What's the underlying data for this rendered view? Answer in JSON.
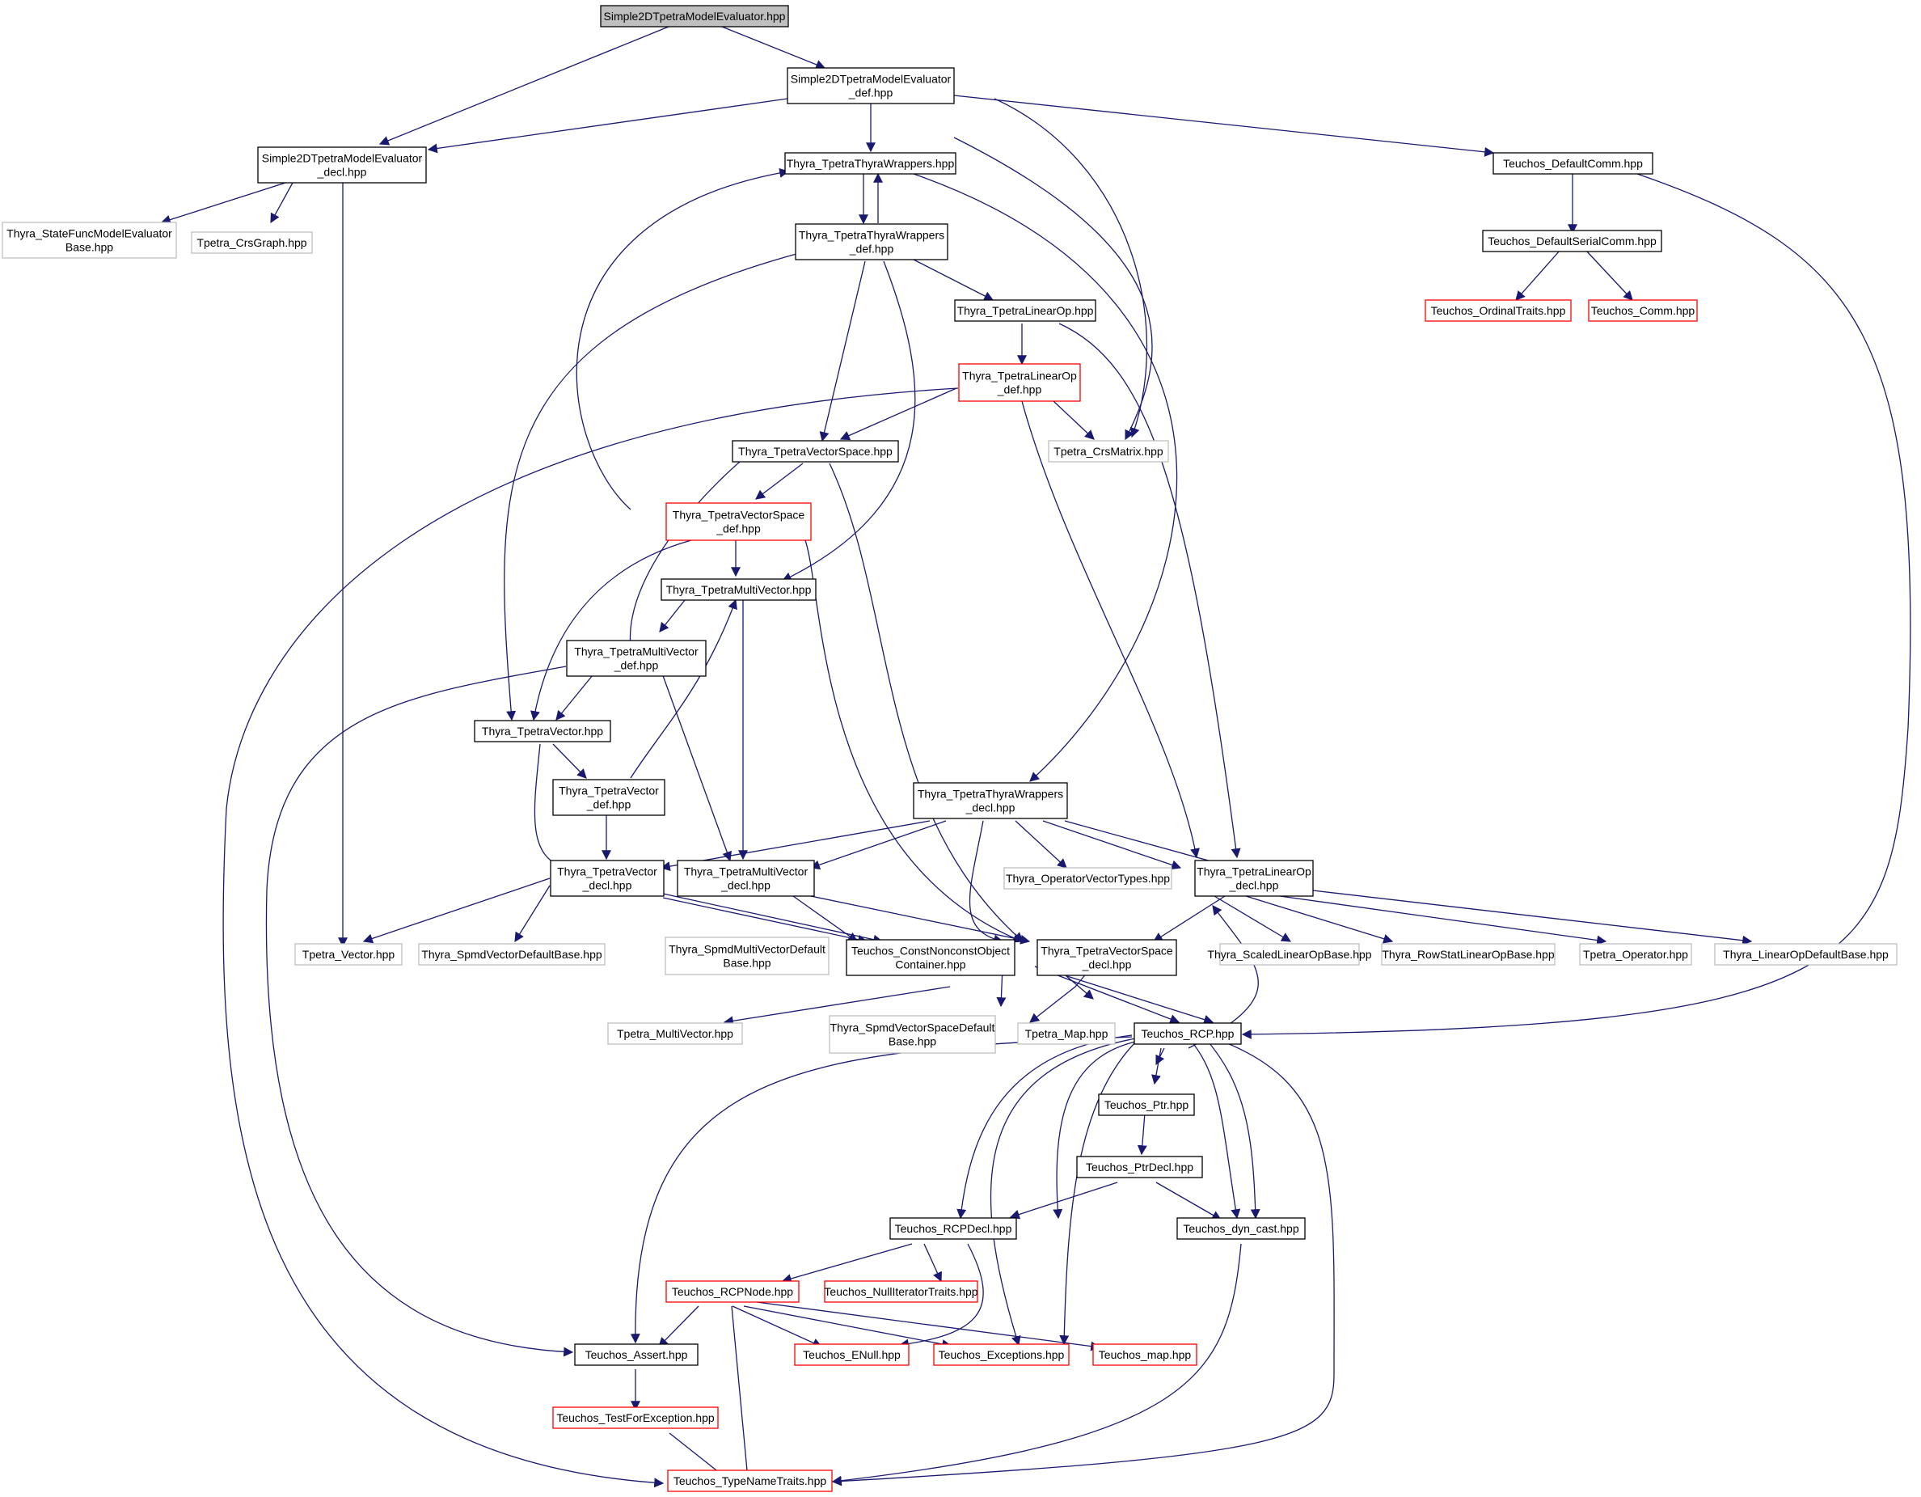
{
  "colors": {
    "edge": "#191970",
    "box_normal": "#000000",
    "box_external": "#bfbfbf",
    "box_truncated": "#ff0000",
    "box_root_fill": "#bfbfbf"
  },
  "nodes": {
    "n_root": {
      "lines": [
        "Simple2DTpetraModelEvaluator.hpp"
      ],
      "style": "root"
    },
    "n_s2d_def": {
      "lines": [
        "Simple2DTpetraModelEvaluator",
        "_def.hpp"
      ],
      "style": "normal"
    },
    "n_s2d_decl": {
      "lines": [
        "Simple2DTpetraModelEvaluator",
        "_decl.hpp"
      ],
      "style": "normal"
    },
    "n_statefunc": {
      "lines": [
        "Thyra_StateFuncModelEvaluator",
        "Base.hpp"
      ],
      "style": "external"
    },
    "n_crsgraph": {
      "lines": [
        "Tpetra_CrsGraph.hpp"
      ],
      "style": "external"
    },
    "n_ttw": {
      "lines": [
        "Thyra_TpetraThyraWrappers.hpp"
      ],
      "style": "normal"
    },
    "n_ttw_def": {
      "lines": [
        "Thyra_TpetraThyraWrappers",
        "_def.hpp"
      ],
      "style": "normal"
    },
    "n_defcomm": {
      "lines": [
        "Teuchos_DefaultComm.hpp"
      ],
      "style": "normal"
    },
    "n_defserial": {
      "lines": [
        "Teuchos_DefaultSerialComm.hpp"
      ],
      "style": "normal"
    },
    "n_ordinal": {
      "lines": [
        "Teuchos_OrdinalTraits.hpp"
      ],
      "style": "truncated"
    },
    "n_comm": {
      "lines": [
        "Teuchos_Comm.hpp"
      ],
      "style": "truncated"
    },
    "n_tlo": {
      "lines": [
        "Thyra_TpetraLinearOp.hpp"
      ],
      "style": "normal"
    },
    "n_tlo_def": {
      "lines": [
        "Thyra_TpetraLinearOp",
        "_def.hpp"
      ],
      "style": "truncated"
    },
    "n_crsmatrix": {
      "lines": [
        "Tpetra_CrsMatrix.hpp"
      ],
      "style": "external"
    },
    "n_tvs": {
      "lines": [
        "Thyra_TpetraVectorSpace.hpp"
      ],
      "style": "normal"
    },
    "n_tvs_def": {
      "lines": [
        "Thyra_TpetraVectorSpace",
        "_def.hpp"
      ],
      "style": "truncated"
    },
    "n_tmv": {
      "lines": [
        "Thyra_TpetraMultiVector.hpp"
      ],
      "style": "normal"
    },
    "n_tmv_def": {
      "lines": [
        "Thyra_TpetraMultiVector",
        "_def.hpp"
      ],
      "style": "normal"
    },
    "n_tv": {
      "lines": [
        "Thyra_TpetraVector.hpp"
      ],
      "style": "normal"
    },
    "n_tv_def": {
      "lines": [
        "Thyra_TpetraVector",
        "_def.hpp"
      ],
      "style": "normal"
    },
    "n_ttw_decl": {
      "lines": [
        "Thyra_TpetraThyraWrappers",
        "_decl.hpp"
      ],
      "style": "normal"
    },
    "n_tv_decl": {
      "lines": [
        "Thyra_TpetraVector",
        "_decl.hpp"
      ],
      "style": "normal"
    },
    "n_tmv_decl": {
      "lines": [
        "Thyra_TpetraMultiVector",
        "_decl.hpp"
      ],
      "style": "normal"
    },
    "n_opvec": {
      "lines": [
        "Thyra_OperatorVectorTypes.hpp"
      ],
      "style": "external"
    },
    "n_tlo_decl": {
      "lines": [
        "Thyra_TpetraLinearOp",
        "_decl.hpp"
      ],
      "style": "normal"
    },
    "n_tpvec": {
      "lines": [
        "Tpetra_Vector.hpp"
      ],
      "style": "external"
    },
    "n_spmdvec": {
      "lines": [
        "Thyra_SpmdVectorDefaultBase.hpp"
      ],
      "style": "external"
    },
    "n_spmdmv": {
      "lines": [
        "Thyra_SpmdMultiVectorDefault",
        "Base.hpp"
      ],
      "style": "external"
    },
    "n_cnc": {
      "lines": [
        "Teuchos_ConstNonconstObject",
        "Container.hpp"
      ],
      "style": "normal"
    },
    "n_tvs_decl": {
      "lines": [
        "Thyra_TpetraVectorSpace",
        "_decl.hpp"
      ],
      "style": "normal"
    },
    "n_scaled": {
      "lines": [
        "Thyra_ScaledLinearOpBase.hpp"
      ],
      "style": "external"
    },
    "n_rowstat": {
      "lines": [
        "Thyra_RowStatLinearOpBase.hpp"
      ],
      "style": "external"
    },
    "n_tpop": {
      "lines": [
        "Tpetra_Operator.hpp"
      ],
      "style": "external"
    },
    "n_lodef": {
      "lines": [
        "Thyra_LinearOpDefaultBase.hpp"
      ],
      "style": "external"
    },
    "n_tpmv": {
      "lines": [
        "Tpetra_MultiVector.hpp"
      ],
      "style": "external"
    },
    "n_spmdvs": {
      "lines": [
        "Thyra_SpmdVectorSpaceDefault",
        "Base.hpp"
      ],
      "style": "external"
    },
    "n_tpmap": {
      "lines": [
        "Tpetra_Map.hpp"
      ],
      "style": "external"
    },
    "n_rcp": {
      "lines": [
        "Teuchos_RCP.hpp"
      ],
      "style": "normal"
    },
    "n_ptr": {
      "lines": [
        "Teuchos_Ptr.hpp"
      ],
      "style": "normal"
    },
    "n_ptrdecl": {
      "lines": [
        "Teuchos_PtrDecl.hpp"
      ],
      "style": "normal"
    },
    "n_rcpdecl": {
      "lines": [
        "Teuchos_RCPDecl.hpp"
      ],
      "style": "normal"
    },
    "n_dyncast": {
      "lines": [
        "Teuchos_dyn_cast.hpp"
      ],
      "style": "normal"
    },
    "n_rcpnode": {
      "lines": [
        "Teuchos_RCPNode.hpp"
      ],
      "style": "truncated"
    },
    "n_nulliter": {
      "lines": [
        "Teuchos_NullIteratorTraits.hpp"
      ],
      "style": "truncated"
    },
    "n_assert": {
      "lines": [
        "Teuchos_Assert.hpp"
      ],
      "style": "normal"
    },
    "n_enull": {
      "lines": [
        "Teuchos_ENull.hpp"
      ],
      "style": "truncated"
    },
    "n_except": {
      "lines": [
        "Teuchos_Exceptions.hpp"
      ],
      "style": "truncated"
    },
    "n_map": {
      "lines": [
        "Teuchos_map.hpp"
      ],
      "style": "truncated"
    },
    "n_testexc": {
      "lines": [
        "Teuchos_TestForException.hpp"
      ],
      "style": "truncated"
    },
    "n_typename": {
      "lines": [
        "Teuchos_TypeNameTraits.hpp"
      ],
      "style": "truncated"
    }
  }
}
